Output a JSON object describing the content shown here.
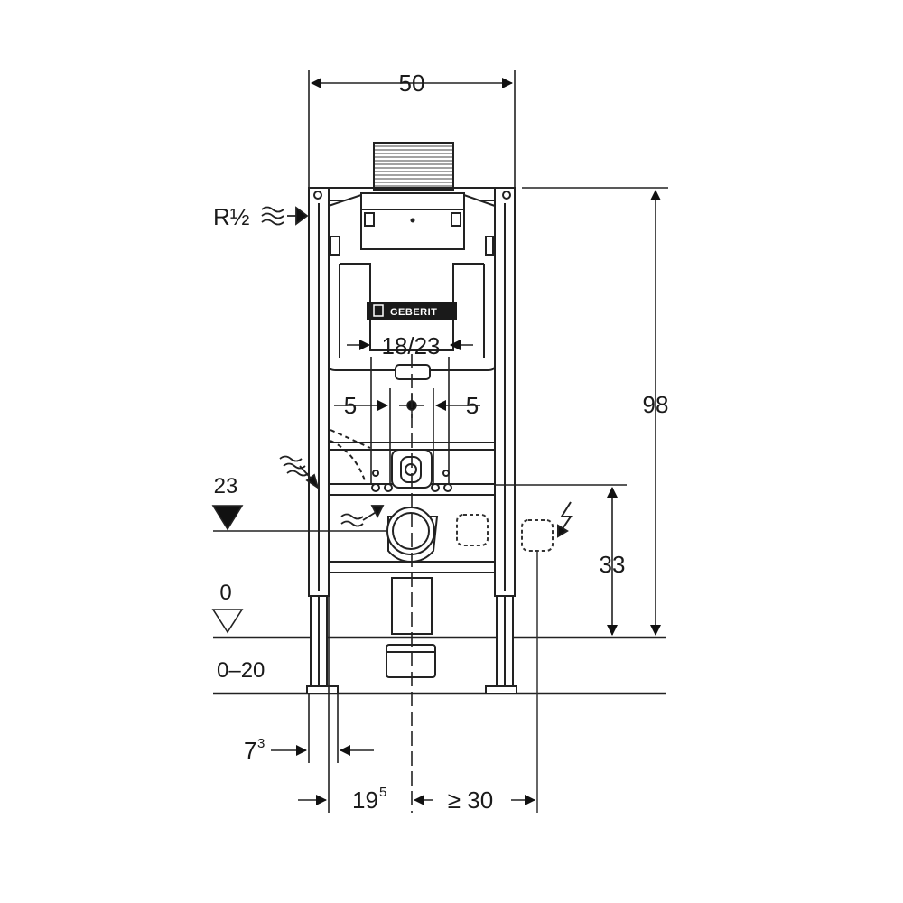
{
  "drawing": {
    "brand": "GEBERIT",
    "dimensions": {
      "overall_width": "50",
      "overall_height": "98",
      "flush_plate_spacing": "18/23",
      "fixing_offset_left": "5",
      "fixing_offset_right": "5",
      "outlet_height": "33",
      "supply_level": "23",
      "floor_level": "0",
      "floor_adjust_range": "0–20",
      "foot_offset_base": "7",
      "foot_offset_sup": "3",
      "axis_distance_base": "19",
      "axis_distance_sup": "5",
      "min_clearance": "≥ 30"
    },
    "connection_label": "R½"
  }
}
